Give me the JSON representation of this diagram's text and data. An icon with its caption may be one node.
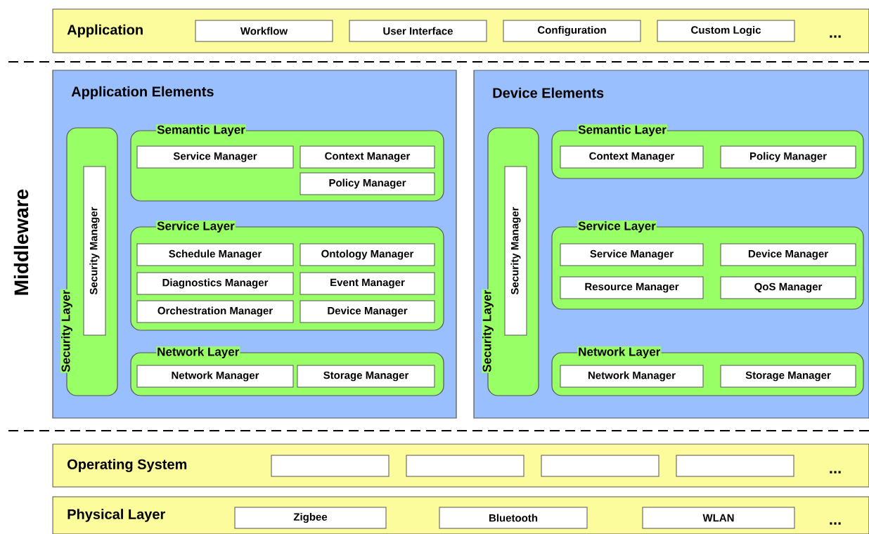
{
  "diagram": {
    "nodes": [
      {
        "text": [
          "Application"
        ]
      },
      {
        "text": [
          "Workflow"
        ],
        "in": 0
      },
      {
        "text": [
          "User Interface"
        ],
        "in": 0
      },
      {
        "text": [
          "Configuration"
        ],
        "in": 0
      },
      {
        "text": [
          "Custom Logic"
        ],
        "in": 0
      },
      {
        "text": [
          "Application Elements"
        ]
      },
      {
        "text": [
          "Security Layer"
        ],
        "in": 5
      },
      {
        "text": [
          "Security Manager"
        ],
        "in": 6
      },
      {
        "text": [
          "Semantic Layer"
        ],
        "in": 5
      },
      {
        "text": [
          "Service Manager"
        ],
        "in": 8
      },
      {
        "text": [
          "Context Manager"
        ],
        "in": 8
      },
      {
        "text": [
          "Policy Manager"
        ],
        "in": 8
      },
      {
        "text": [
          "Service Layer"
        ],
        "in": 5
      },
      {
        "text": [
          "Schedule Manager"
        ],
        "in": 12
      },
      {
        "text": [
          "Ontology Manager"
        ],
        "in": 12
      },
      {
        "text": [
          "Diagnostics Manager"
        ],
        "in": 12
      },
      {
        "text": [
          "Event Manager"
        ],
        "in": 12
      },
      {
        "text": [
          "Orchestration Manager"
        ],
        "in": 12
      },
      {
        "text": [
          "Device Manager"
        ],
        "in": 12
      },
      {
        "text": [
          "Network Layer"
        ],
        "in": 5
      },
      {
        "text": [
          "Network Manager"
        ],
        "in": 19
      },
      {
        "text": [
          "Storage Manager"
        ],
        "in": 19
      },
      {
        "text": [
          "Device Elements"
        ]
      },
      {
        "text": [
          "Security Layer"
        ],
        "in": 22
      },
      {
        "text": [
          "Security Manager"
        ],
        "in": 23
      },
      {
        "text": [
          "Semantic Layer"
        ],
        "in": 22
      },
      {
        "text": [
          "Context Manager"
        ],
        "in": 25
      },
      {
        "text": [
          "Policy Manager"
        ],
        "in": 25
      },
      {
        "text": [
          "Service Layer"
        ],
        "in": 22
      },
      {
        "text": [
          "Service Manager"
        ],
        "in": 28
      },
      {
        "text": [
          "Device Manager"
        ],
        "in": 28
      },
      {
        "text": [
          "Resource Manager"
        ],
        "in": 28
      },
      {
        "text": [
          "QoS Manager"
        ],
        "in": 28
      },
      {
        "text": [
          "Network Layer"
        ],
        "in": 22
      },
      {
        "text": [
          "Network Manager"
        ],
        "in": 33
      },
      {
        "text": [
          "Storage Manager"
        ],
        "in": 33
      },
      {
        "text": [
          "Operating System"
        ]
      },
      {
        "text": [],
        "shape": "box",
        "in": 36
      },
      {
        "text": [],
        "shape": "box",
        "in": 36
      },
      {
        "text": [],
        "shape": "box",
        "in": 36
      },
      {
        "text": [],
        "shape": "box",
        "in": 36
      },
      {
        "text": [
          "Physical Layer"
        ]
      },
      {
        "text": [
          "Zigbee"
        ],
        "in": 41
      },
      {
        "text": [
          "Bluetooth"
        ],
        "in": 41
      },
      {
        "text": [
          "WLAN"
        ],
        "in": 41
      }
    ],
    "labels": [
      "Middleware",
      "...",
      "...",
      "..."
    ]
  }
}
